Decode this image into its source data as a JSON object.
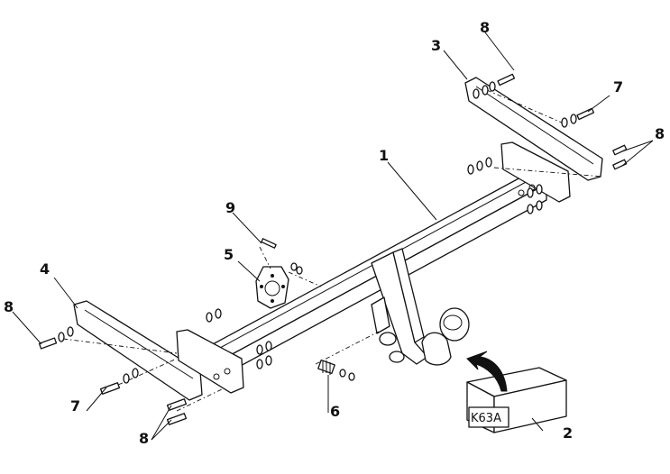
{
  "labels": {
    "l1": "1",
    "l2": "2",
    "l3": "3",
    "l4": "4",
    "l5": "5",
    "l6": "6",
    "l7a": "7",
    "l7b": "7",
    "l8a": "8",
    "l8b": "8",
    "l8c": "8",
    "l8d": "8",
    "l9": "9"
  },
  "package_box": {
    "code": "K63A"
  },
  "colors": {
    "ink": "#111111",
    "paper": "#ffffff"
  },
  "icons": {
    "arrow": "curved-arrow-icon"
  }
}
